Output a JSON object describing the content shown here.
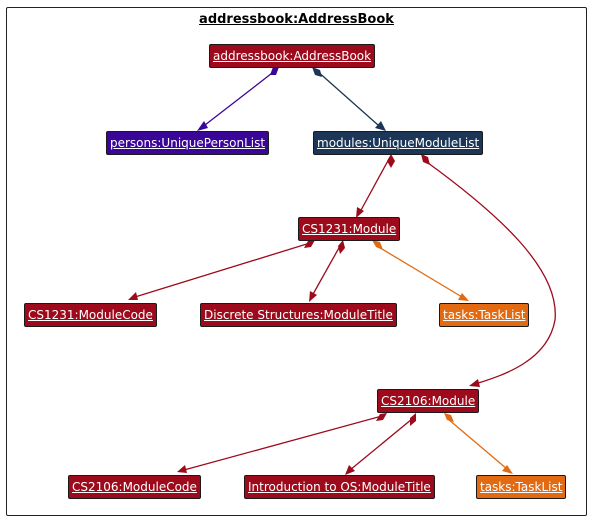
{
  "frame_title": "addressbook:AddressBook",
  "colors": {
    "red": "#9d0a1c",
    "purple": "#3a0697",
    "navy": "#1c3657",
    "orange": "#e26a12"
  },
  "nodes": {
    "addressbook": "addressbook:AddressBook",
    "persons": "persons:UniquePersonList",
    "modules": "modules:UniqueModuleList",
    "cs1231_module": "CS1231:Module",
    "cs1231_code": "CS1231:ModuleCode",
    "cs1231_title": "Discrete Structures:ModuleTitle",
    "cs1231_tasks": "tasks:TaskList",
    "cs2106_module": "CS2106:Module",
    "cs2106_code": "CS2106:ModuleCode",
    "cs2106_title": "Introduction to OS:ModuleTitle",
    "cs2106_tasks": "tasks:TaskList"
  }
}
